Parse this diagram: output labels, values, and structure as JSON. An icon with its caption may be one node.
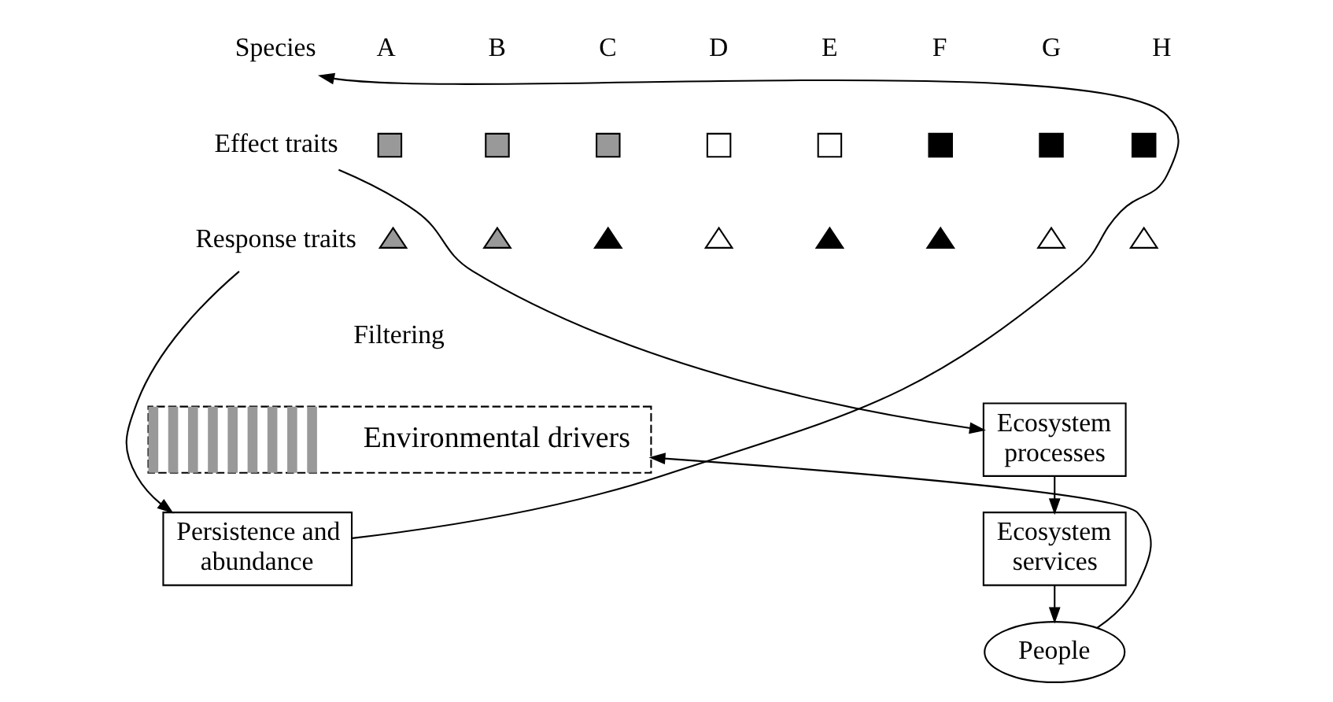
{
  "diagram": {
    "nodes": [
      {
        "text": [
          "Species"
        ]
      },
      {
        "text": [
          "Effect traits"
        ]
      },
      {
        "text": [],
        "shape": "box"
      },
      {
        "text": [],
        "shape": "box"
      },
      {
        "text": [],
        "shape": "box"
      },
      {
        "text": [],
        "shape": "box"
      },
      {
        "text": [],
        "shape": "box"
      },
      {
        "text": [],
        "shape": "box"
      },
      {
        "text": [],
        "shape": "box"
      },
      {
        "text": [],
        "shape": "box"
      },
      {
        "text": [
          "Response traits"
        ]
      },
      {
        "text": [],
        "shape": "triangle"
      },
      {
        "text": [],
        "shape": "triangle"
      },
      {
        "text": [],
        "shape": "triangle"
      },
      {
        "text": [],
        "shape": "triangle"
      },
      {
        "text": [],
        "shape": "triangle"
      },
      {
        "text": [],
        "shape": "triangle"
      },
      {
        "text": [],
        "shape": "triangle"
      },
      {
        "text": [],
        "shape": "triangle"
      },
      {
        "text": [
          "Environmental drivers"
        ]
      },
      {
        "text": [
          "Ecosystem processes"
        ]
      },
      {
        "text": [
          "Ecosystem services"
        ]
      },
      {
        "text": [
          "People"
        ]
      },
      {
        "text": [
          "Persistence and abundance"
        ]
      }
    ],
    "edges": [
      {
        "from": 23,
        "to": 0,
        "arrow": "to"
      },
      {
        "from": 1,
        "to": 20,
        "arrow": "to"
      },
      {
        "from": 10,
        "to": 23,
        "arrow": "to"
      },
      {
        "from": 20,
        "to": 21,
        "arrow": "to"
      },
      {
        "from": 21,
        "to": 22,
        "arrow": "to"
      },
      {
        "from": 22,
        "to": 19,
        "arrow": "to"
      }
    ],
    "labels": [
      "A",
      "B",
      "C",
      "D",
      "E",
      "F",
      "G",
      "H",
      "Filtering"
    ]
  }
}
